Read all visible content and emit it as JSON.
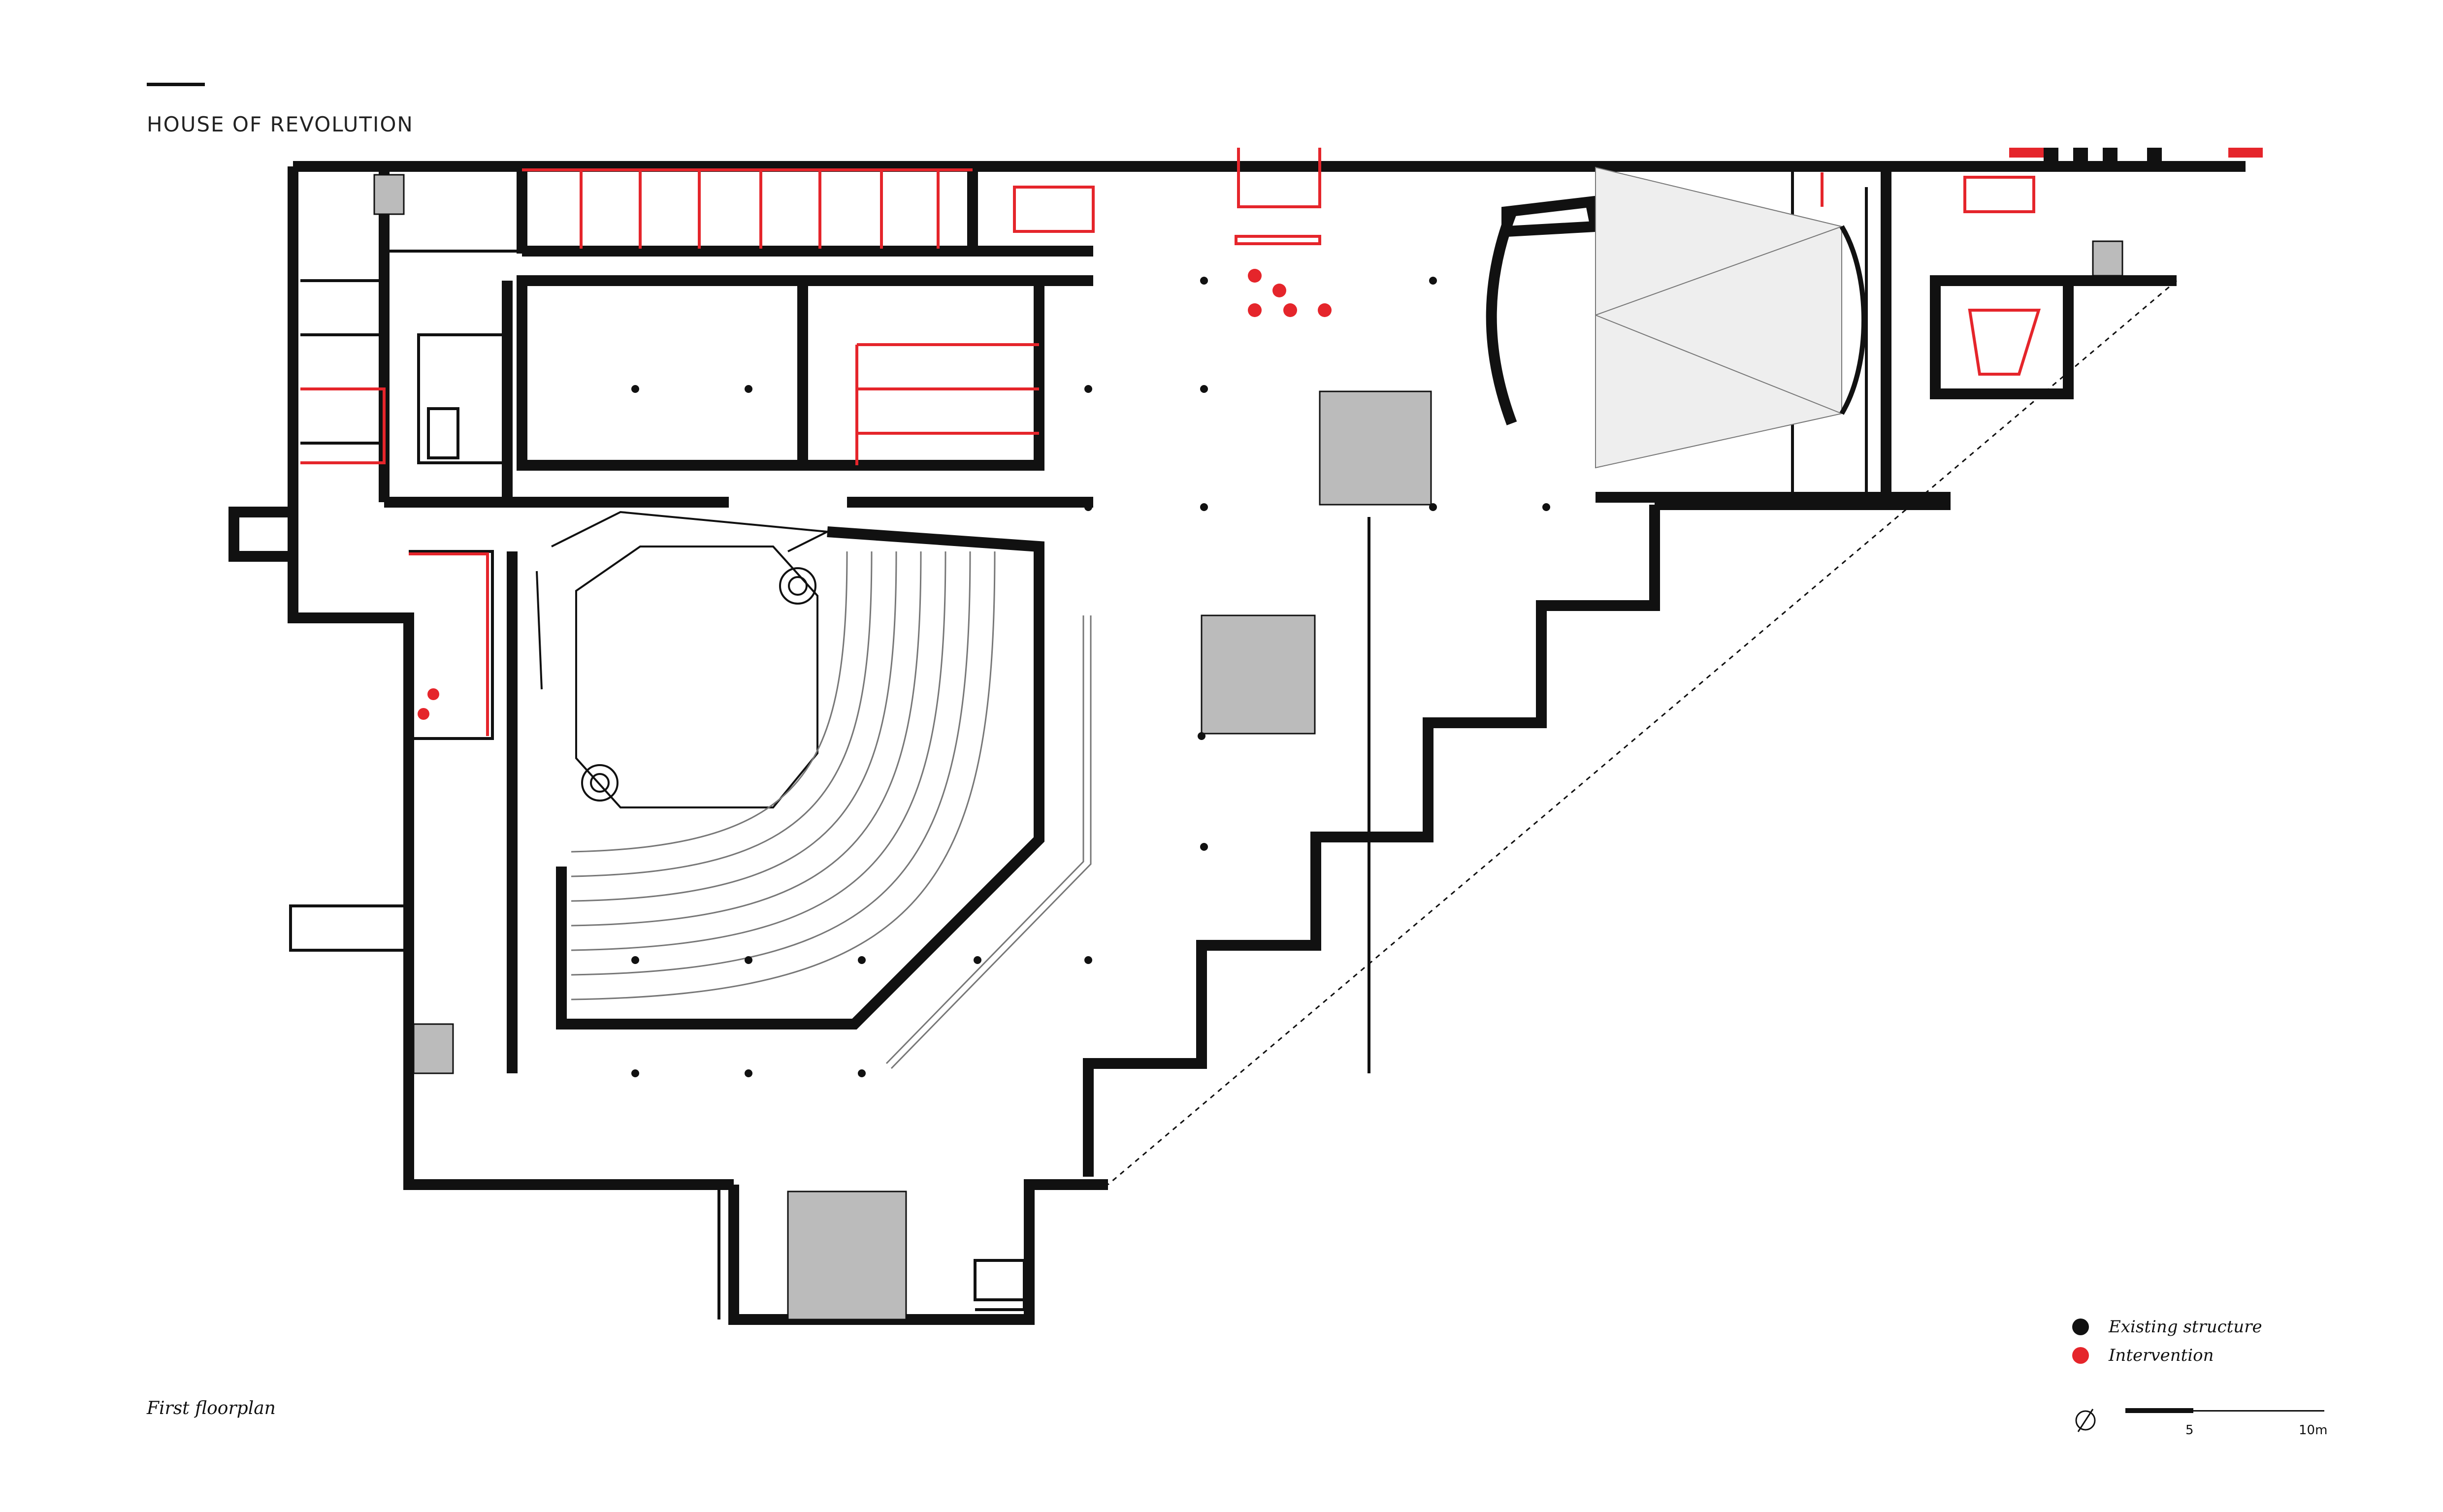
{
  "drawing": {
    "title": "HOUSE OF REVOLUTION",
    "caption": "First floorplan"
  },
  "legend": {
    "items": [
      {
        "label": "Existing structure",
        "color": "#111111"
      },
      {
        "label": "Intervention",
        "color": "#e5252b"
      }
    ]
  },
  "scale": {
    "mid_label": "5",
    "end_label": "10m"
  },
  "colors": {
    "wall": "#111111",
    "intervention": "#e5252b",
    "hatch": "#888888"
  }
}
